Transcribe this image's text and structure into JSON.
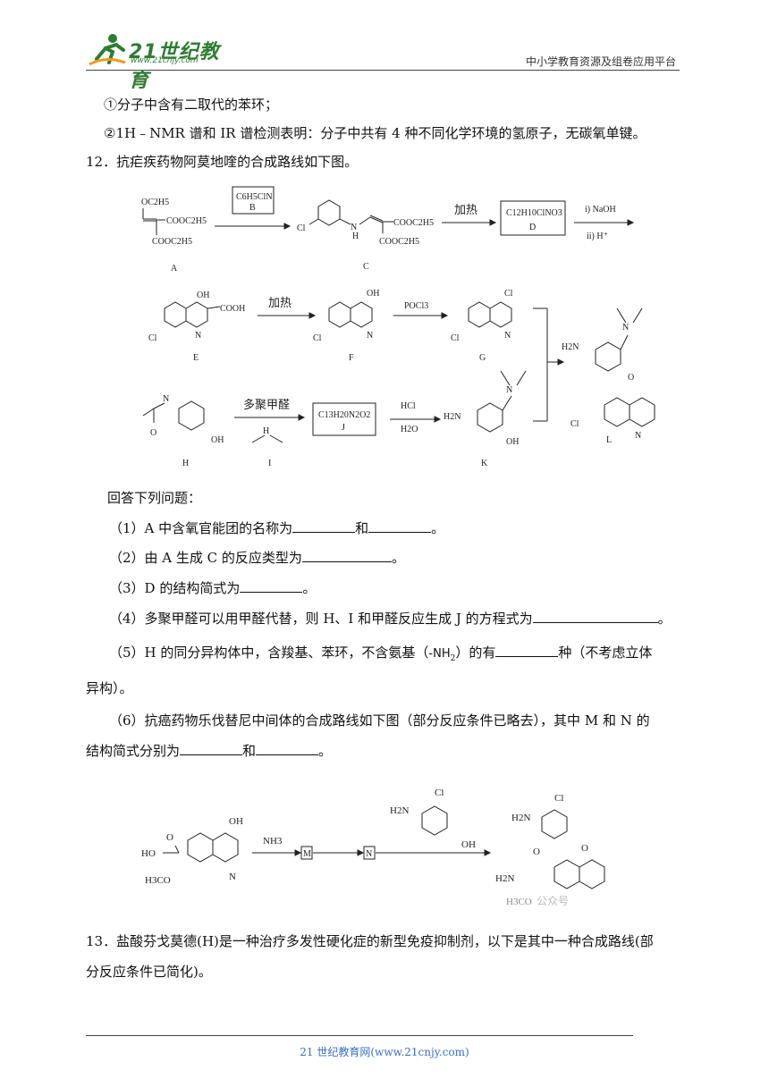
{
  "header": {
    "logo_text": "21世纪教育",
    "logo_sub": "www.21cnjy.com",
    "platform": "中小学教育资源及组卷应用平台"
  },
  "lines": {
    "c1": "①分子中含有二取代的苯环；",
    "c2": "②1H﹣NMR 谱和 IR 谱检测表明：分子中共有 4 种不同化学环境的氢原子，无碳氧单键。",
    "q12": "12．抗疟疾药物阿莫地喹的合成路线如下图。",
    "answer": "回答下列问题：",
    "p1a": "（1）A 中含氧官能团的名称为",
    "p1b": "和",
    "p1c": "。",
    "p2a": "（2）由 A 生成 C 的反应类型为",
    "p2b": "。",
    "p3a": "（3）D 的结构简式为",
    "p3b": "。",
    "p4a": "（4）多聚甲醛可以用甲醛代替，则 H、I 和甲醛反应生成 J 的方程式为",
    "p4b": "。",
    "p5a": "（5）H 的同分异构体中，含羧基、苯环，不含氨基（",
    "p5nh2": "-NH",
    "p5sub": "2",
    "p5b": "）的有",
    "p5c": "种（不考虑立体",
    "p5d": "异构）。",
    "p6a": "（6）抗癌药物乐伐替尼中间体的合成路线如下图（部分反应条件已略去），其中 M 和 N 的",
    "p6b": "结构简式分别为",
    "p6c": "和",
    "p6d": "。",
    "q13a": "13．盐酸芬戈莫德(H)是一种治疗多发性硬化症的新型免疫抑制剂，以下是其中一种合成路线(部",
    "q13b": "分反应条件已简化)。"
  },
  "scheme1": {
    "A": "A",
    "B": "B",
    "C": "C",
    "D": "D",
    "E": "E",
    "F": "F",
    "G": "G",
    "H": "H",
    "I": "I",
    "J": "J",
    "K": "K",
    "L": "L",
    "B_formula": "C6H5ClN",
    "D_formula": "C12H10ClNO3",
    "J_formula": "C13H20N2O2",
    "heat": "加热",
    "naoh": "i) NaOH",
    "hplus": "ii) H⁺",
    "pocl3": "POCl3",
    "poly": "多聚甲醛",
    "hcl": "HCl",
    "h2o": "H2O",
    "oc2h5": "OC2H5",
    "cooc2h5": "COOC2H5",
    "cl": "Cl",
    "oh": "OH",
    "cooh": "COOH",
    "nh": "N",
    "h": "H",
    "n": "N",
    "o": "O",
    "h2n": "H2N"
  },
  "scheme2": {
    "ho": "HO",
    "o": "O",
    "oh": "OH",
    "h3co": "H3CO",
    "n": "N",
    "nh3": "NH3",
    "m": "M",
    "nn": "N",
    "h2n": "H2N",
    "cl": "Cl",
    "oh2": "OH",
    "h2n2": "H2N",
    "cl2": "Cl",
    "watermark": "公众号"
  },
  "footer": "21 世纪教育网(www.21cnjy.com)"
}
